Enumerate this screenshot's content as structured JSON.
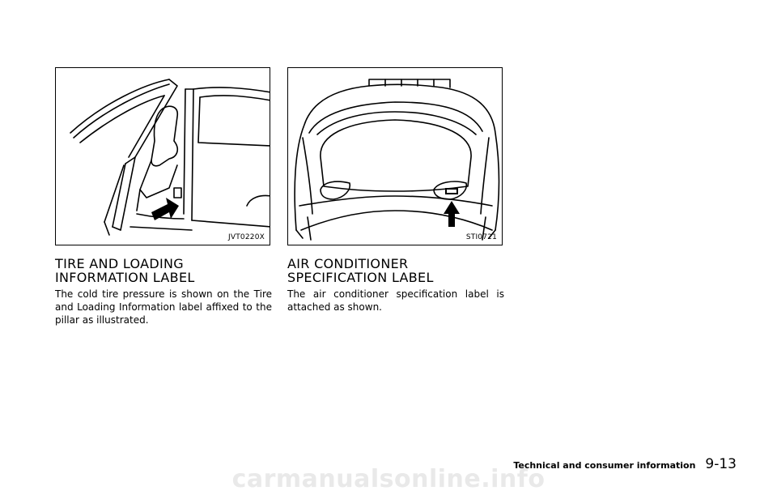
{
  "figures": {
    "left": {
      "code": "JVT0220X"
    },
    "right": {
      "code": "STI0721"
    }
  },
  "sections": {
    "tire": {
      "heading": "TIRE AND LOADING INFORMATION LABEL",
      "body": "The cold tire pressure is shown on the Tire and Loading Information label affixed to the pillar as illustrated."
    },
    "aircon": {
      "heading": "AIR CONDITIONER SPECIFICATION LABEL",
      "body": "The air conditioner specification label is attached as shown."
    }
  },
  "footer": {
    "section_name": "Technical and consumer information",
    "page_number": "9-13"
  },
  "watermark": "carmanualsonline.info"
}
